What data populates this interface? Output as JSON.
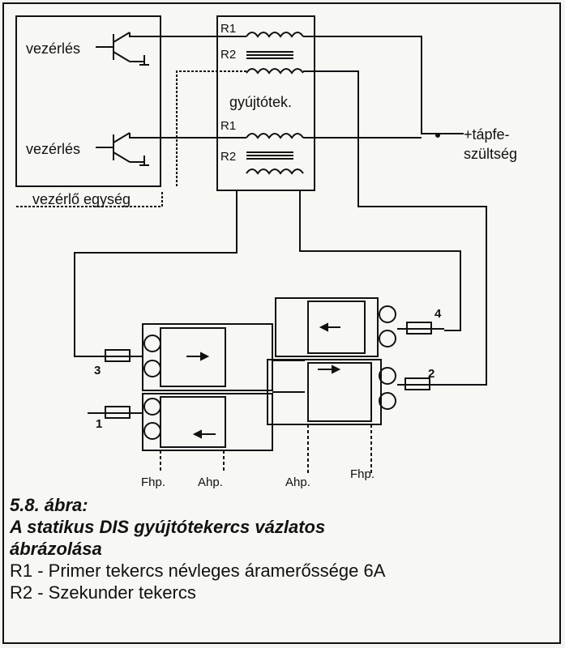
{
  "labels": {
    "control_top": "vezérlés",
    "control_bottom": "vezérlés",
    "control_unit": "vezérlő egység",
    "r1_top": "R1",
    "r2_top": "R2",
    "coils": "gyújtótek.",
    "r1_bottom": "R1",
    "r2_bottom": "R2",
    "supply_line1": "+tápfe-",
    "supply_line2": "szültség",
    "cyl_1": "1",
    "cyl_2": "2",
    "cyl_3": "3",
    "cyl_4": "4",
    "fhp_left": "Fhp.",
    "ahp_left": "Ahp.",
    "ahp_right": "Ahp.",
    "fhp_right": "Fhp."
  },
  "caption": {
    "figure": "5.8. ábra:",
    "title_line1": "A statikus DIS gyújtótekercs vázlatos",
    "title_line2": "ábrázolása",
    "r1_desc": "R1 - Primer tekercs névleges áramerőssége 6A",
    "r2_desc": "R2 - Szekunder tekercs"
  },
  "colors": {
    "ink": "#111111",
    "paper": "#f7f7f3"
  }
}
